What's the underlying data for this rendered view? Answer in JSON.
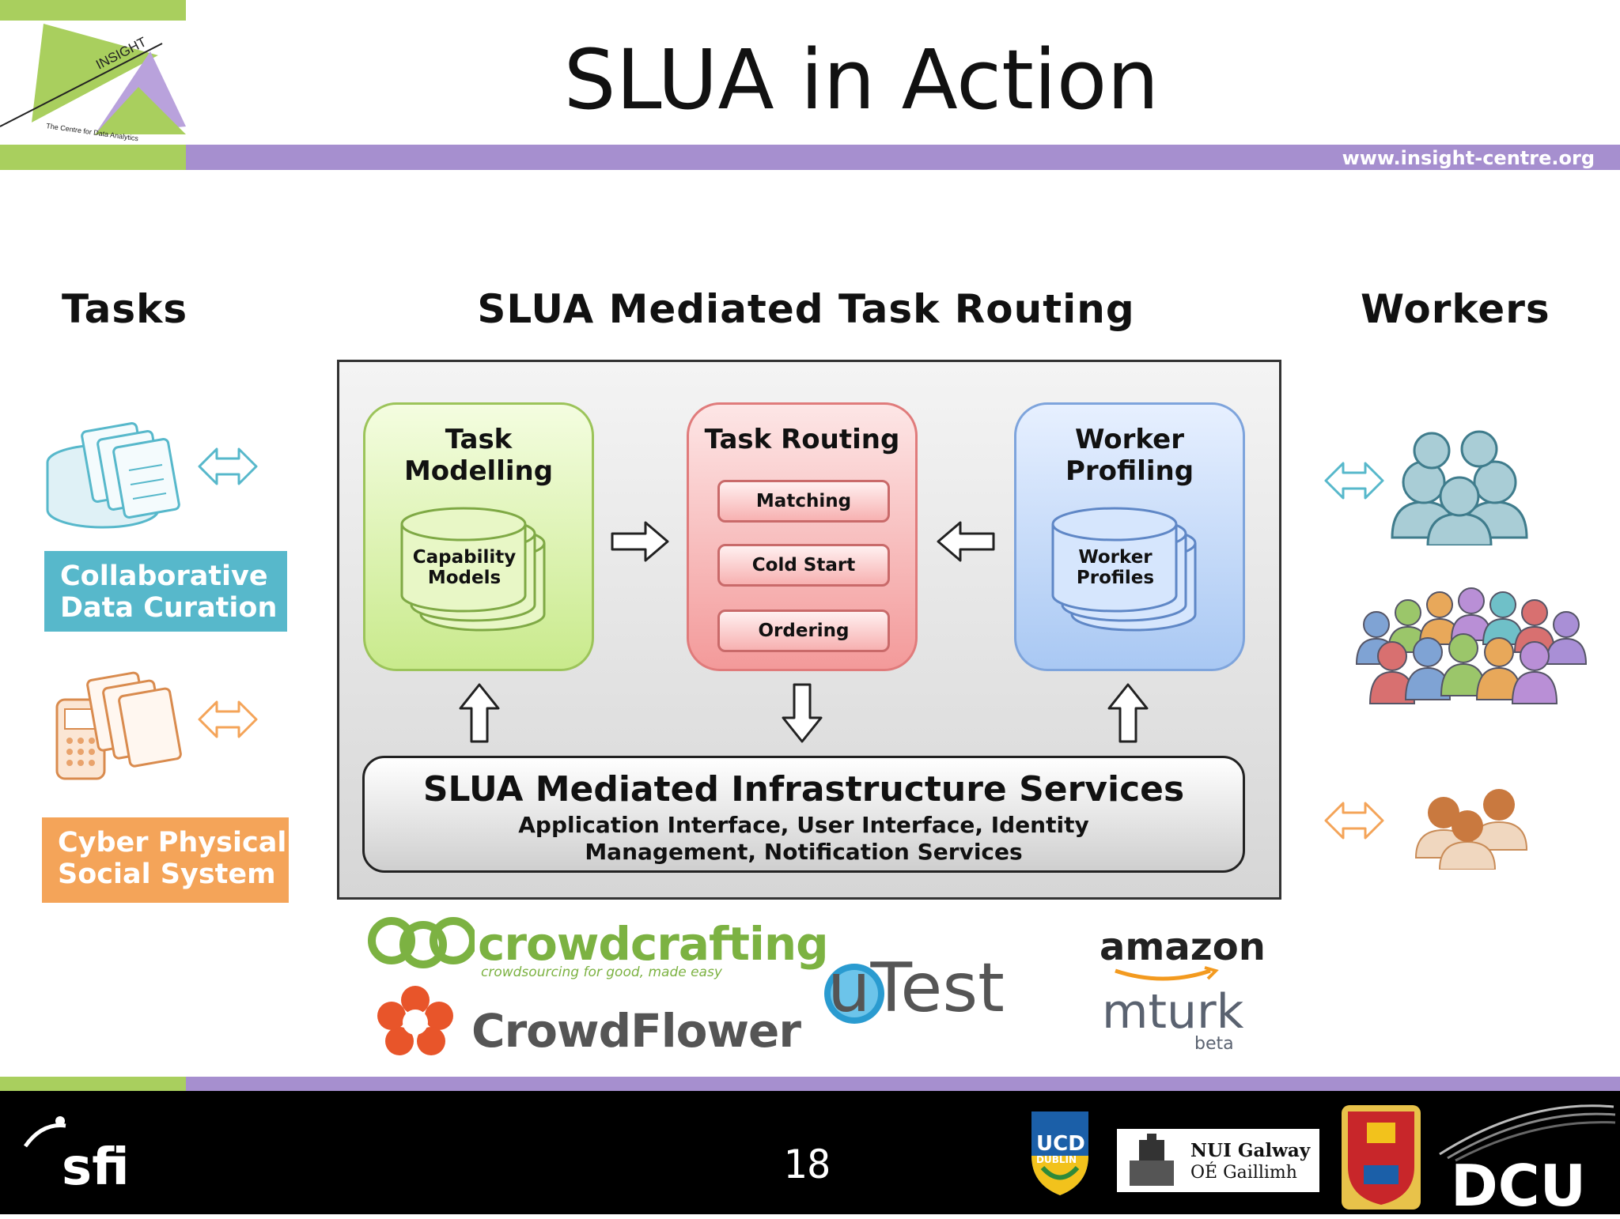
{
  "header": {
    "title": "SLUA in Action",
    "url": "www.insight-centre.org",
    "logo": {
      "name": "INSIGHT",
      "tagline": "The Centre for Data Analytics"
    }
  },
  "columns": {
    "tasks": "Tasks",
    "routing": "SLUA Mediated Task Routing",
    "workers": "Workers"
  },
  "modules": {
    "task_modelling": {
      "title": "Task\nModelling",
      "db_label": "Capability\nModels"
    },
    "task_routing": {
      "title": "Task Routing",
      "steps": [
        "Matching",
        "Cold Start",
        "Ordering"
      ]
    },
    "worker_profiling": {
      "title": "Worker\nProfiling",
      "db_label": "Worker\nProfiles"
    }
  },
  "infrastructure": {
    "title": "SLUA Mediated Infrastructure Services",
    "subtitle": "Application Interface, User Interface, Identity Management, Notification Services"
  },
  "task_labels": {
    "collaborative": "Collaborative\nData Curation",
    "cyber": "Cyber Physical\nSocial System"
  },
  "platforms": {
    "crowdcrafting": "crowdcrafting",
    "crowdcrafting_tagline": "crowdsourcing for good, made easy",
    "crowdflower": "CrowdFlower",
    "utest": "uTest",
    "amazon": "amazon",
    "mturk": "mturk",
    "mturk_beta": "beta"
  },
  "footer": {
    "page_number": "18",
    "sfi": "sfi",
    "ucd": "UCD",
    "ucd_sub": "DUBLIN",
    "nui_line1": "NUI Galway",
    "nui_line2": "OÉ Gaillimh",
    "dcu": "DCU"
  },
  "colors": {
    "green": "#a9cf5e",
    "purple": "#a68fcf",
    "teal": "#57b8cb",
    "orange": "#f4a459"
  }
}
